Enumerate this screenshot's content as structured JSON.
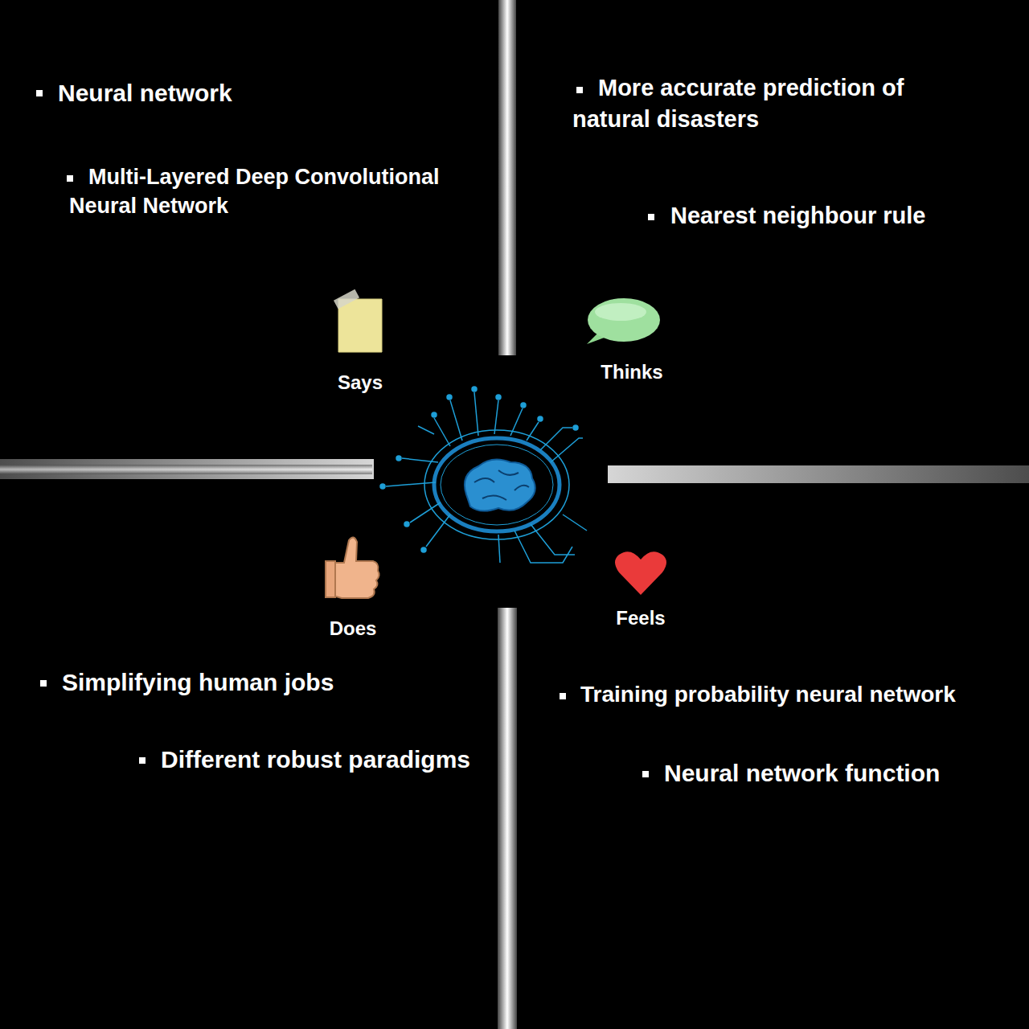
{
  "diagram": {
    "labels": [
      "Neural network",
      "Multi-Layered Deep Convolutional Neural Network",
      "More accurate prediction of natural disasters",
      "Nearest neighbour rule",
      "Says",
      "Thinks",
      "Does",
      "Feels",
      "Simplifying human jobs",
      "Different robust paradigms",
      "Training probability neural network",
      "Neural network function"
    ]
  }
}
